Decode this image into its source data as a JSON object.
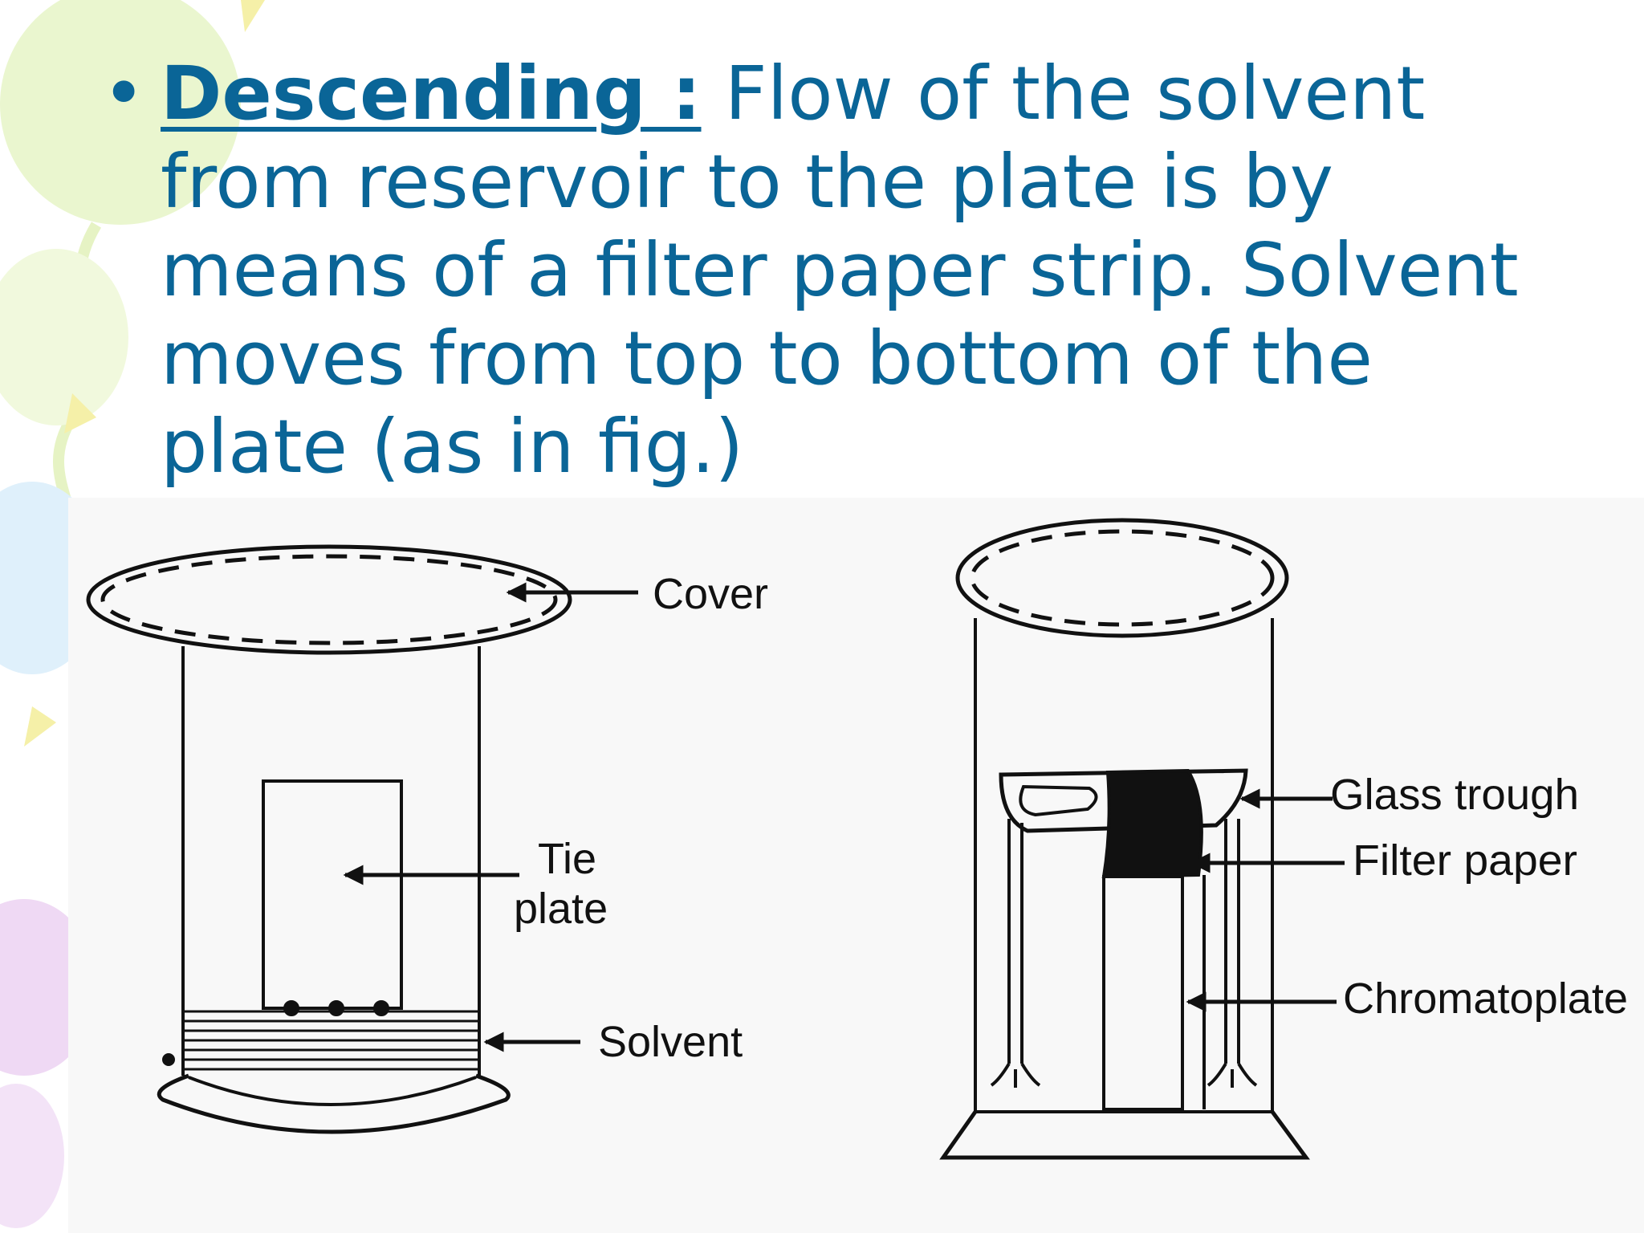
{
  "slide": {
    "bullet": "•",
    "term": "Descending :",
    "lines": [
      " Flow of the solvent",
      "from reservoir to the plate is by",
      "means of a filter paper strip. Solvent",
      "moves from top to bottom of the",
      "plate (as in fig.)"
    ]
  },
  "figure": {
    "left_labels": {
      "cover": "Cover",
      "tie": "Tie",
      "plate": "plate",
      "solvent": "Solvent"
    },
    "right_labels": {
      "glass_trough": "Glass trough",
      "filter_paper": "Filter paper",
      "chromatoplate": "Chromatoplate"
    }
  },
  "colors": {
    "text": "#0a6597",
    "decor_green": "#e9f5c9",
    "decor_yellow": "#f5f0a8",
    "decor_blue": "#dff0fb",
    "decor_purple": "#efd9f4"
  }
}
